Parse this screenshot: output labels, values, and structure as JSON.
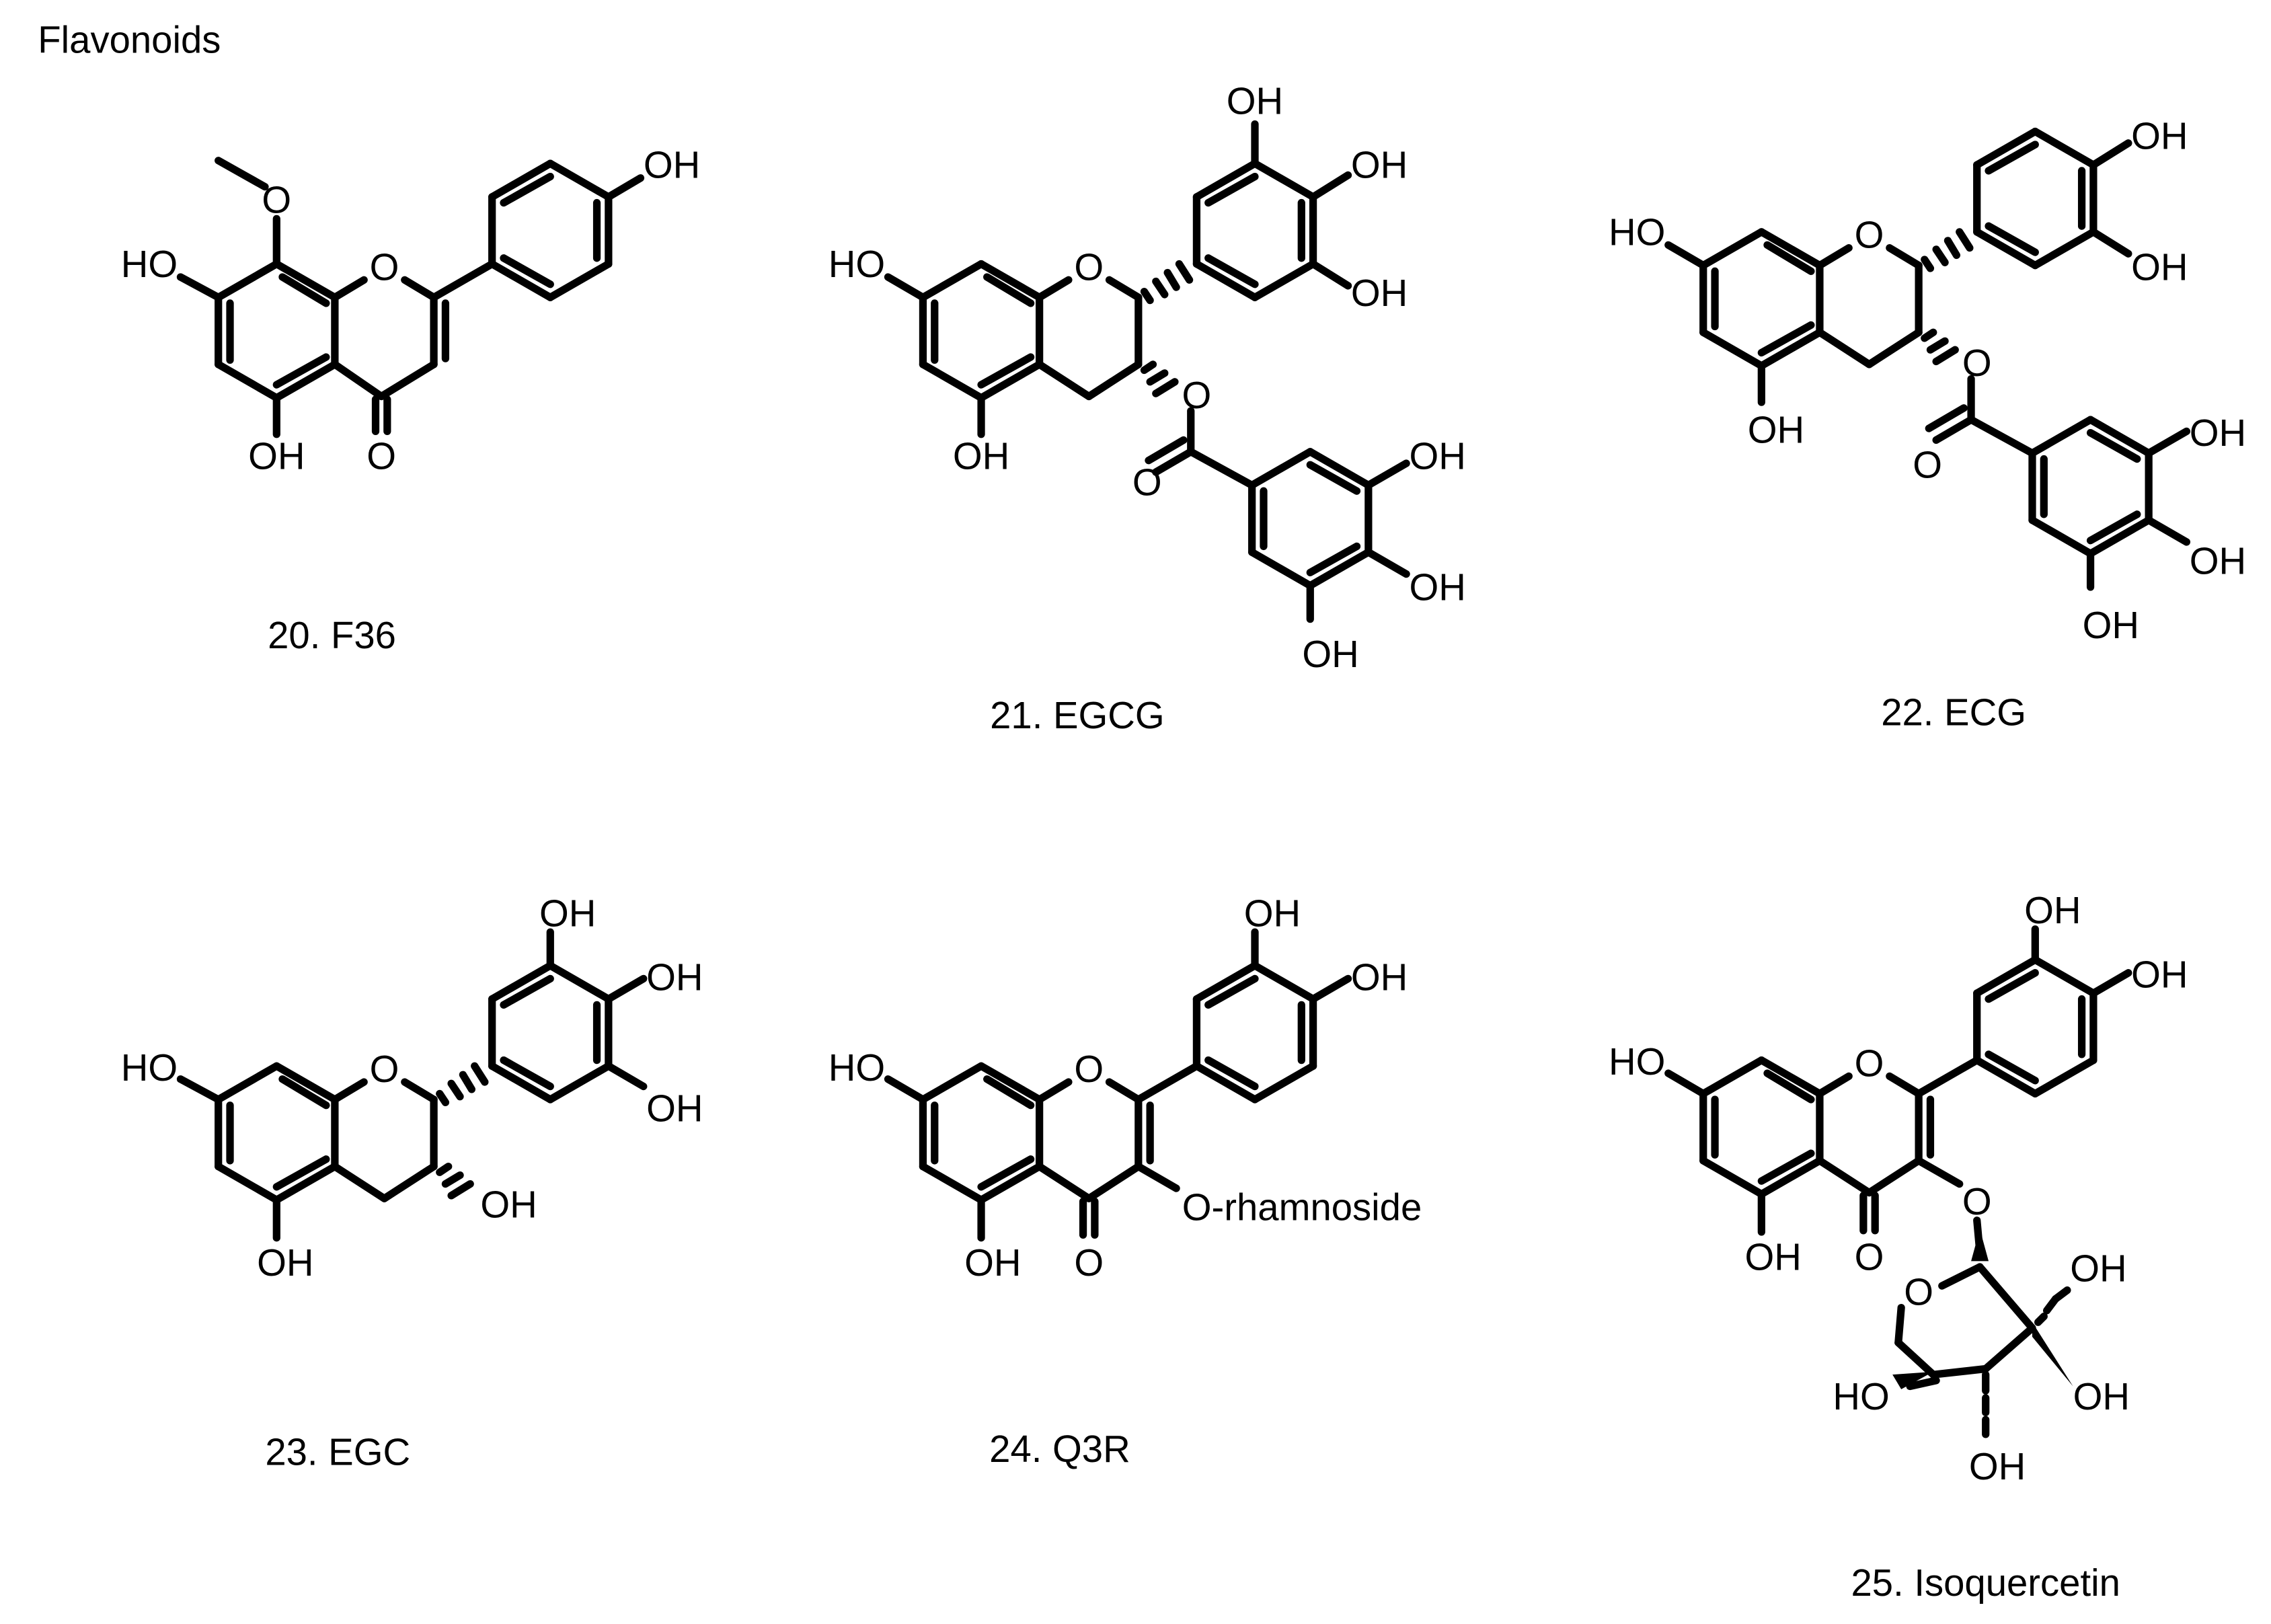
{
  "title": "Flavonoids",
  "labels": {
    "c20": "20. F36",
    "c21": "21. EGCG",
    "c22": "22. ECG",
    "c23": "23. EGC",
    "c24": "24. Q3R",
    "c25": "25. Isoquercetin"
  },
  "atoms": {
    "OH": "OH",
    "HO": "HO",
    "O": "O",
    "O_rhamnoside": "O-rhamnoside"
  }
}
